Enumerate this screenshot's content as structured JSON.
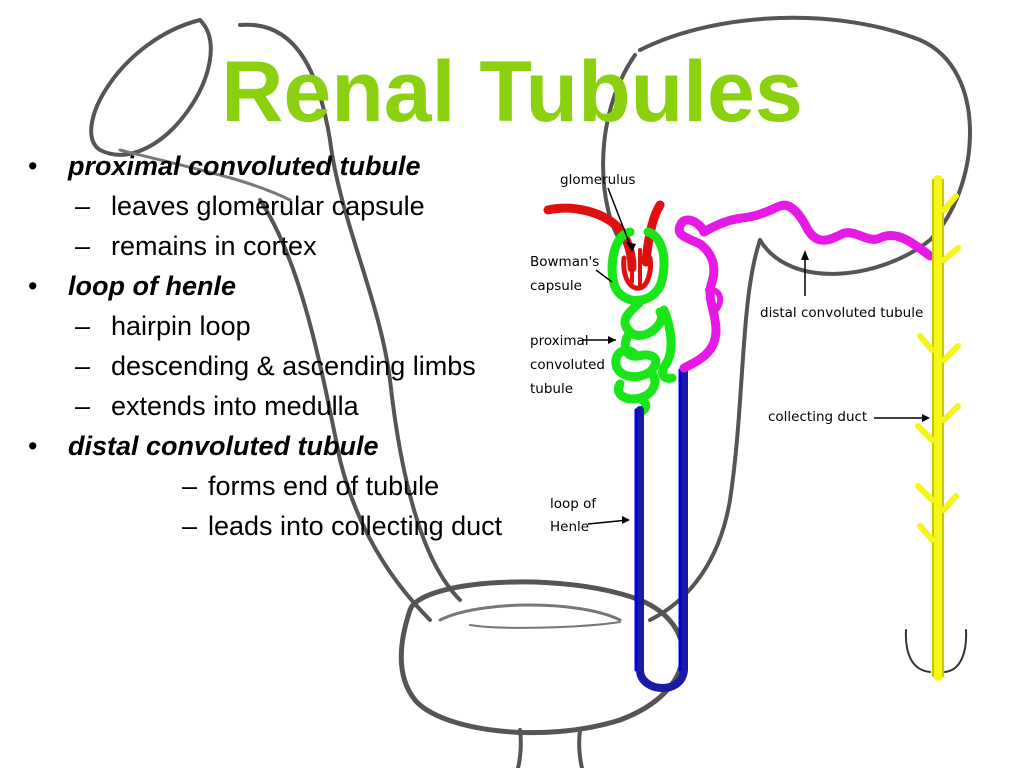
{
  "title": "Renal Tubules",
  "colors": {
    "title": "#8cd10f",
    "glomerulus": "#e01010",
    "proximal": "#19e619",
    "loop": "#1a1aa8",
    "distal": "#e619e6",
    "collecting": "#f5f51a",
    "outline": "#555555"
  },
  "bullets": [
    {
      "text": "proximal convoluted tubule",
      "sub": [
        "leaves glomerular capsule",
        "remains in cortex"
      ]
    },
    {
      "text": "loop of henle",
      "sub": [
        "hairpin loop",
        "descending & ascending limbs",
        "extends into medulla"
      ]
    },
    {
      "text": "distal convoluted tubule",
      "sub": [
        "forms  end of tubule",
        "leads into collecting duct"
      ]
    }
  ],
  "diagram": {
    "labels": {
      "glomerulus": "glomerulus",
      "bowmans_1": "Bowman's",
      "bowmans_2": "capsule",
      "proximal_1": "proximal",
      "proximal_2": "convoluted",
      "proximal_3": "tubule",
      "loop_1": "loop of",
      "loop_2": "Henle",
      "distal": "distal convoluted tubule",
      "collecting": "collecting duct"
    }
  }
}
